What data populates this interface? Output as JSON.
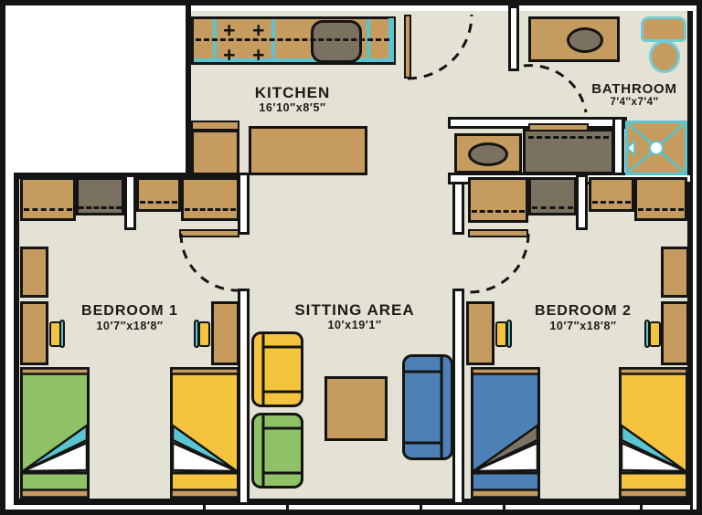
{
  "plan": {
    "rooms": {
      "kitchen": {
        "name": "KITCHEN",
        "dims": "16′10″x8′5″"
      },
      "bathroom": {
        "name": "BATHROOM",
        "dims": "7′4″x7′4″"
      },
      "bedroom1": {
        "name": "BEDROOM 1",
        "dims": "10′7″x18′8″"
      },
      "sitting": {
        "name": "SITTING AREA",
        "dims": "10′x19′1″"
      },
      "bedroom2": {
        "name": "BEDROOM 2",
        "dims": "10′7″x18′8″"
      }
    },
    "colors": {
      "floor": "#e4e1d5",
      "wood": "#c59b5f",
      "dark_gray": "#7a7160",
      "teal": "#5ac5d0",
      "toilet_teal": "#70ccd6",
      "green": "#8fc266",
      "yellow": "#f4c43f",
      "blue": "#4d80b4",
      "olive": "#7c7361",
      "outline": "#141414"
    }
  }
}
